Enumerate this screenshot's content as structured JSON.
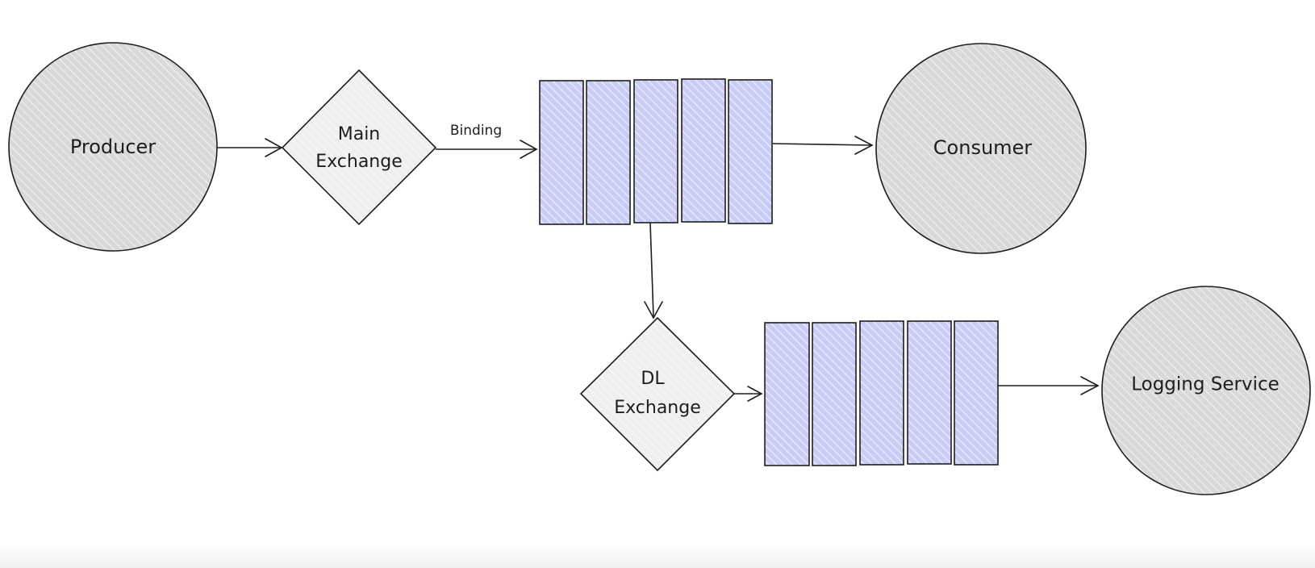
{
  "diagram": {
    "nodes": {
      "producer": {
        "label": "Producer",
        "fill": "#d9d9d9"
      },
      "main_exchange": {
        "line1": "Main",
        "line2": "Exchange",
        "fill": "#efefef"
      },
      "consumer": {
        "label": "Consumer",
        "fill": "#d9d9d9"
      },
      "dl_exchange": {
        "line1": "DL",
        "line2": "Exchange",
        "fill": "#efefef"
      },
      "logging_service": {
        "label": "Logging Service",
        "fill": "#d9d9d9"
      }
    },
    "edges": {
      "binding_label": "Binding"
    },
    "queue_color": "#c9cdf5",
    "stroke_color": "#1e1e1e"
  }
}
